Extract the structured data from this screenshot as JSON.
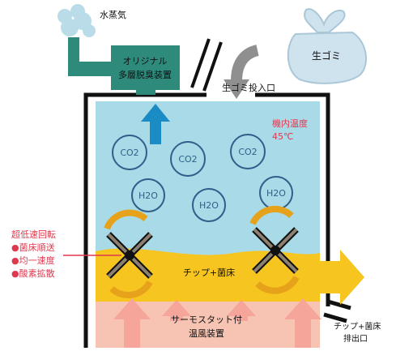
{
  "labels": {
    "steam": "水蒸気",
    "deodorizer_line1": "オリジナル",
    "deodorizer_line2": "多層脱臭装置",
    "garbage_bag": "生ゴミ",
    "inlet": "生ゴミ投入口",
    "temp_label": "機内温度",
    "temp_value": "45℃",
    "co2": "CO2",
    "h2o": "H2O",
    "bed": "チップ+菌床",
    "heater_line1": "サーモスタット付",
    "heater_line2": "温風装置",
    "outlet_line1": "チップ+菌床",
    "outlet_line2": "排出口"
  },
  "rotation_notes": {
    "title": "超低速回転",
    "items": [
      "●菌床順送",
      "●均一速度",
      "●酸素拡散"
    ]
  },
  "colors": {
    "chamber": "#a8dbe7",
    "bed": "#f6c51f",
    "heater": "#f7c4b4",
    "heat_arrow": "#f5a59a",
    "deodorizer": "#2e8b7c",
    "exhaust_arrow": "#1a8bc4",
    "temperature_text": "#e0394e",
    "notes_text": "#e0394e",
    "rotor_arrow": "#e6a21a"
  }
}
